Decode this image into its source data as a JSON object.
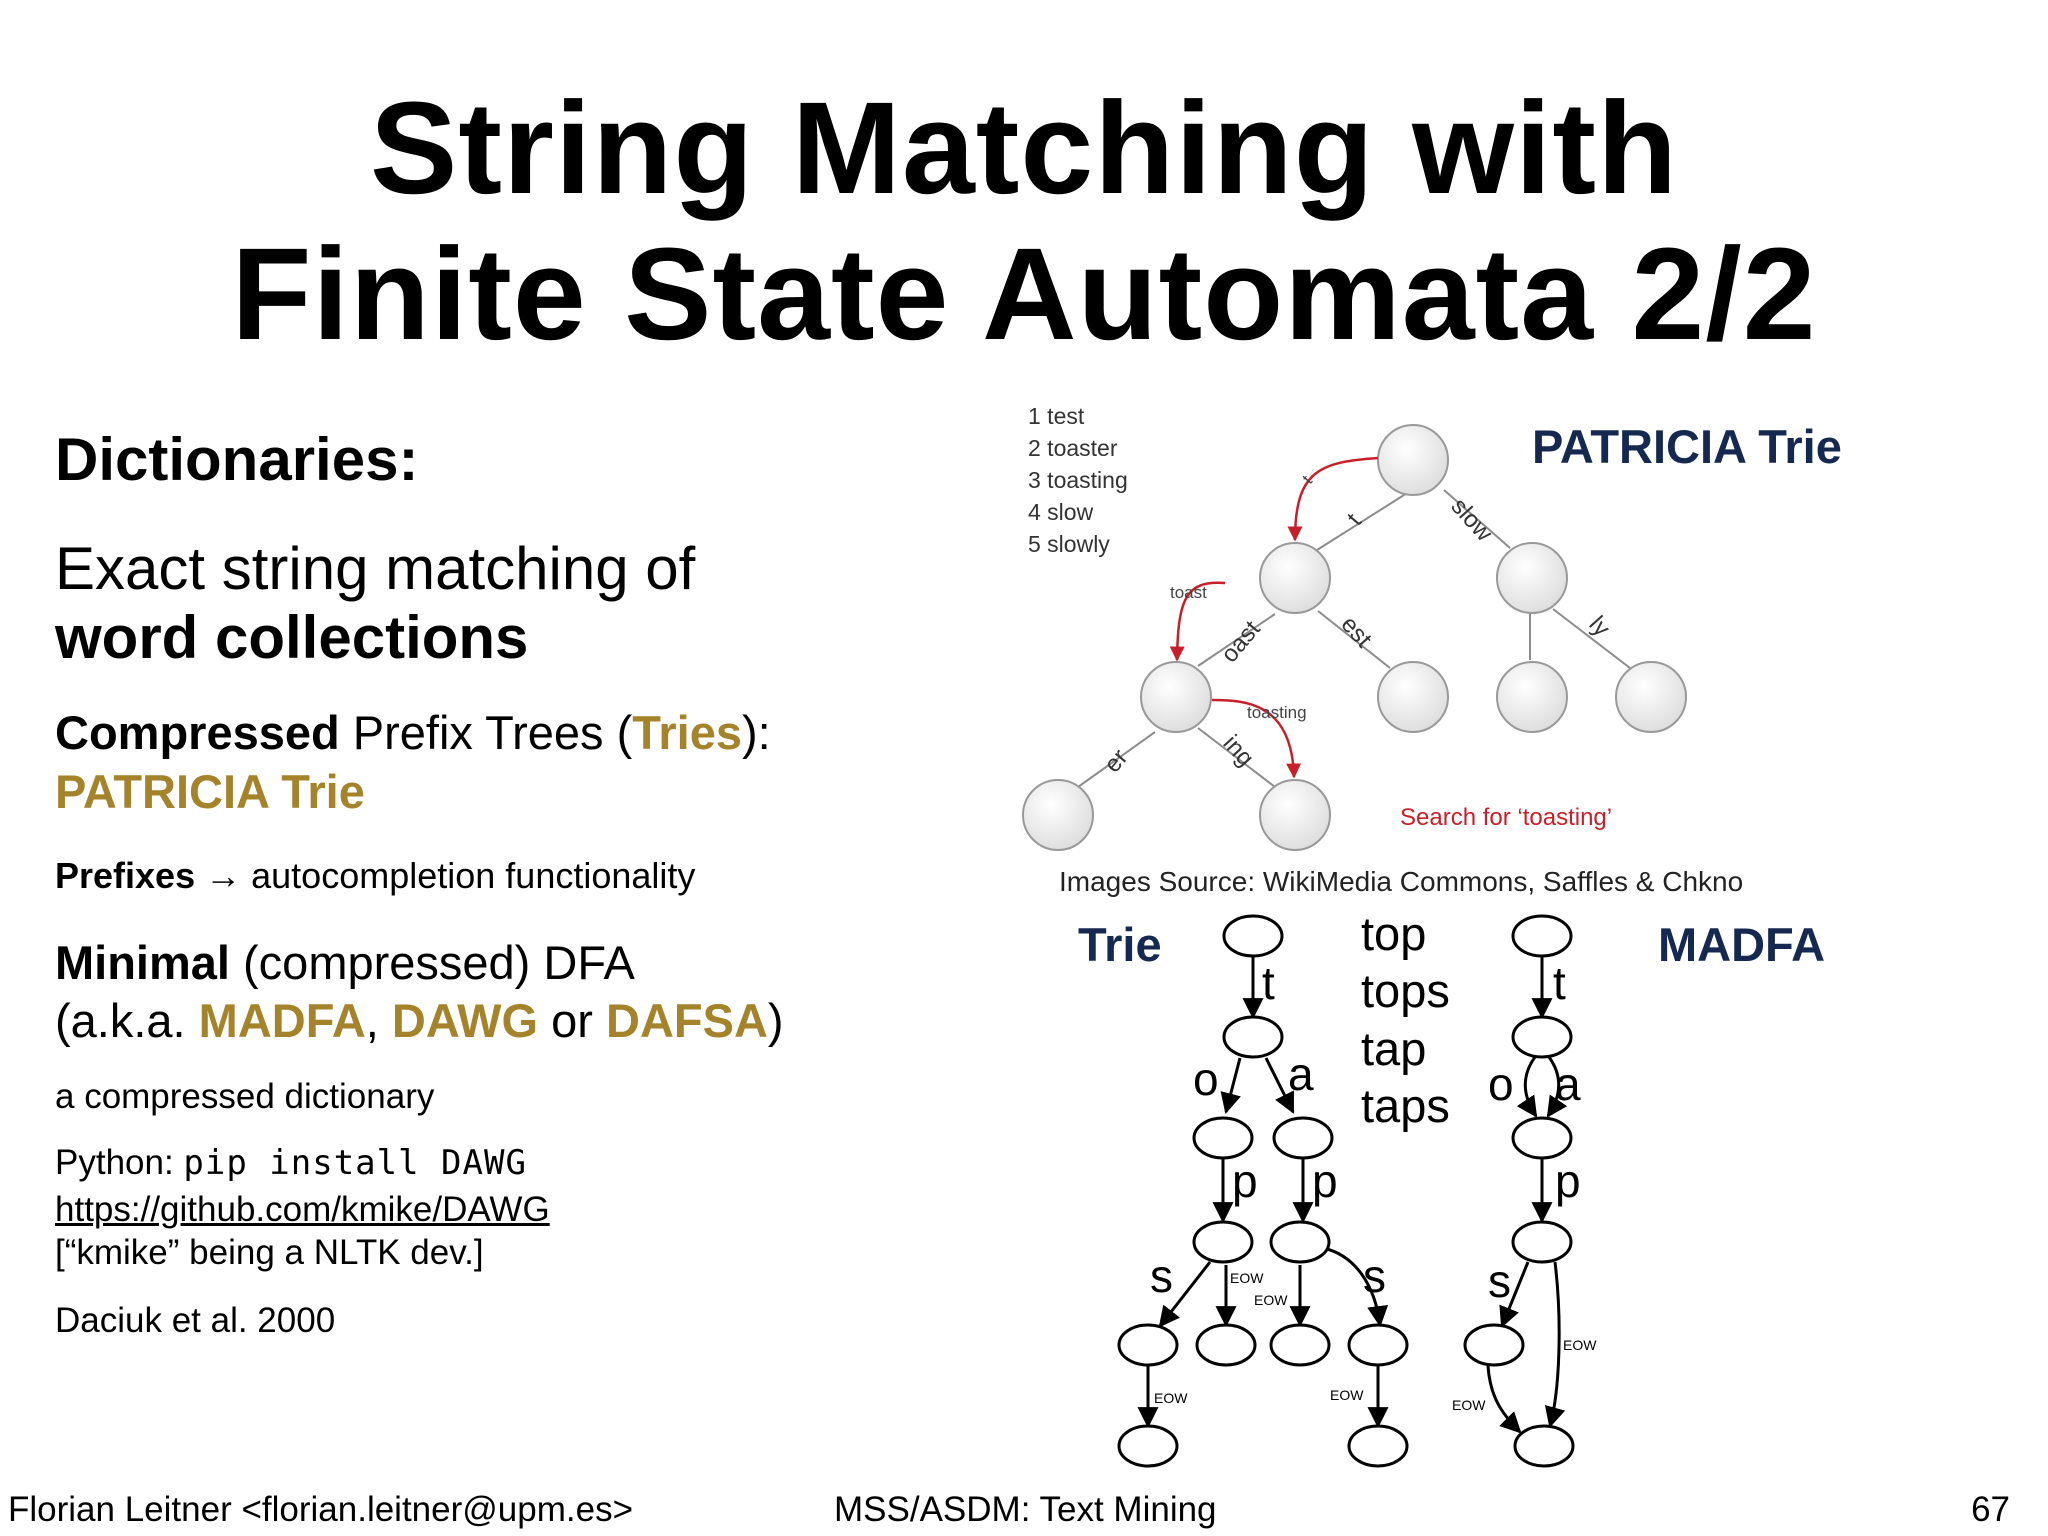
{
  "slide": {
    "title_line1": "String Matching with",
    "title_line2": "Finite State Automata 2/2",
    "dictionaries_heading": "Dictionaries:",
    "exact_line1": "Exact string matching of",
    "exact_line2": "word collections",
    "compressed": {
      "bold": "Compressed",
      "text": " Prefix Trees (",
      "tries": "Tries",
      "close": "):",
      "patricia": "PATRICIA Trie"
    },
    "prefixes": {
      "bold": "Prefixes",
      "arrow": "→",
      "text": " autocompletion functionality"
    },
    "minimal": {
      "bold": "Minimal",
      "text": " (compressed) DFA",
      "aka_open": "(a.k.a. ",
      "madfa": "MADFA",
      "comma": ", ",
      "dawg": "DAWG",
      "or": " or ",
      "dafsa": "DAFSA",
      "aka_close": ")"
    },
    "compressed_dictionary": "a compressed dictionary",
    "python_label": "Python: ",
    "python_code": "pip install DAWG",
    "github_url": "https://github.com/kmike/DAWG",
    "kmike_note": "[“kmike” being a NLTK dev.]",
    "citation": "Daciuk et al. 2000"
  },
  "figure": {
    "patricia_title": "PATRICIA Trie",
    "word_list": [
      "1 test",
      "2 toaster",
      "3 toasting",
      "4 slow",
      "5 slowly"
    ],
    "edge_labels": {
      "t": "t",
      "slow": "slow",
      "oast": "oast",
      "est": "est",
      "ly": "ly",
      "er": "er",
      "ing": "ing"
    },
    "search_annotations": {
      "toast": "toast",
      "toasting": "toasting",
      "t_red": "t"
    },
    "search_caption": "Search for ‘toasting’",
    "images_source": "Images Source: WikiMedia Commons, Saffles & Chkno",
    "trie_title": "Trie",
    "madfa_title": "MADFA",
    "words": [
      "top",
      "tops",
      "tap",
      "taps"
    ],
    "trie_labels": {
      "t": "t",
      "o": "o",
      "a": "a",
      "p1": "p",
      "p2": "p",
      "s1": "s",
      "s2": "s"
    },
    "madfa_labels": {
      "t": "t",
      "o": "o",
      "a": "a",
      "p": "p",
      "s": "s"
    },
    "eow": "EOW",
    "colors": {
      "navy": "#15284f",
      "gold": "#a5832a",
      "red": "#c8202a"
    }
  },
  "footer": {
    "author": "Florian Leitner <florian.leitner@upm.es>",
    "course": "MSS/ASDM: Text Mining",
    "page_number": "67"
  }
}
